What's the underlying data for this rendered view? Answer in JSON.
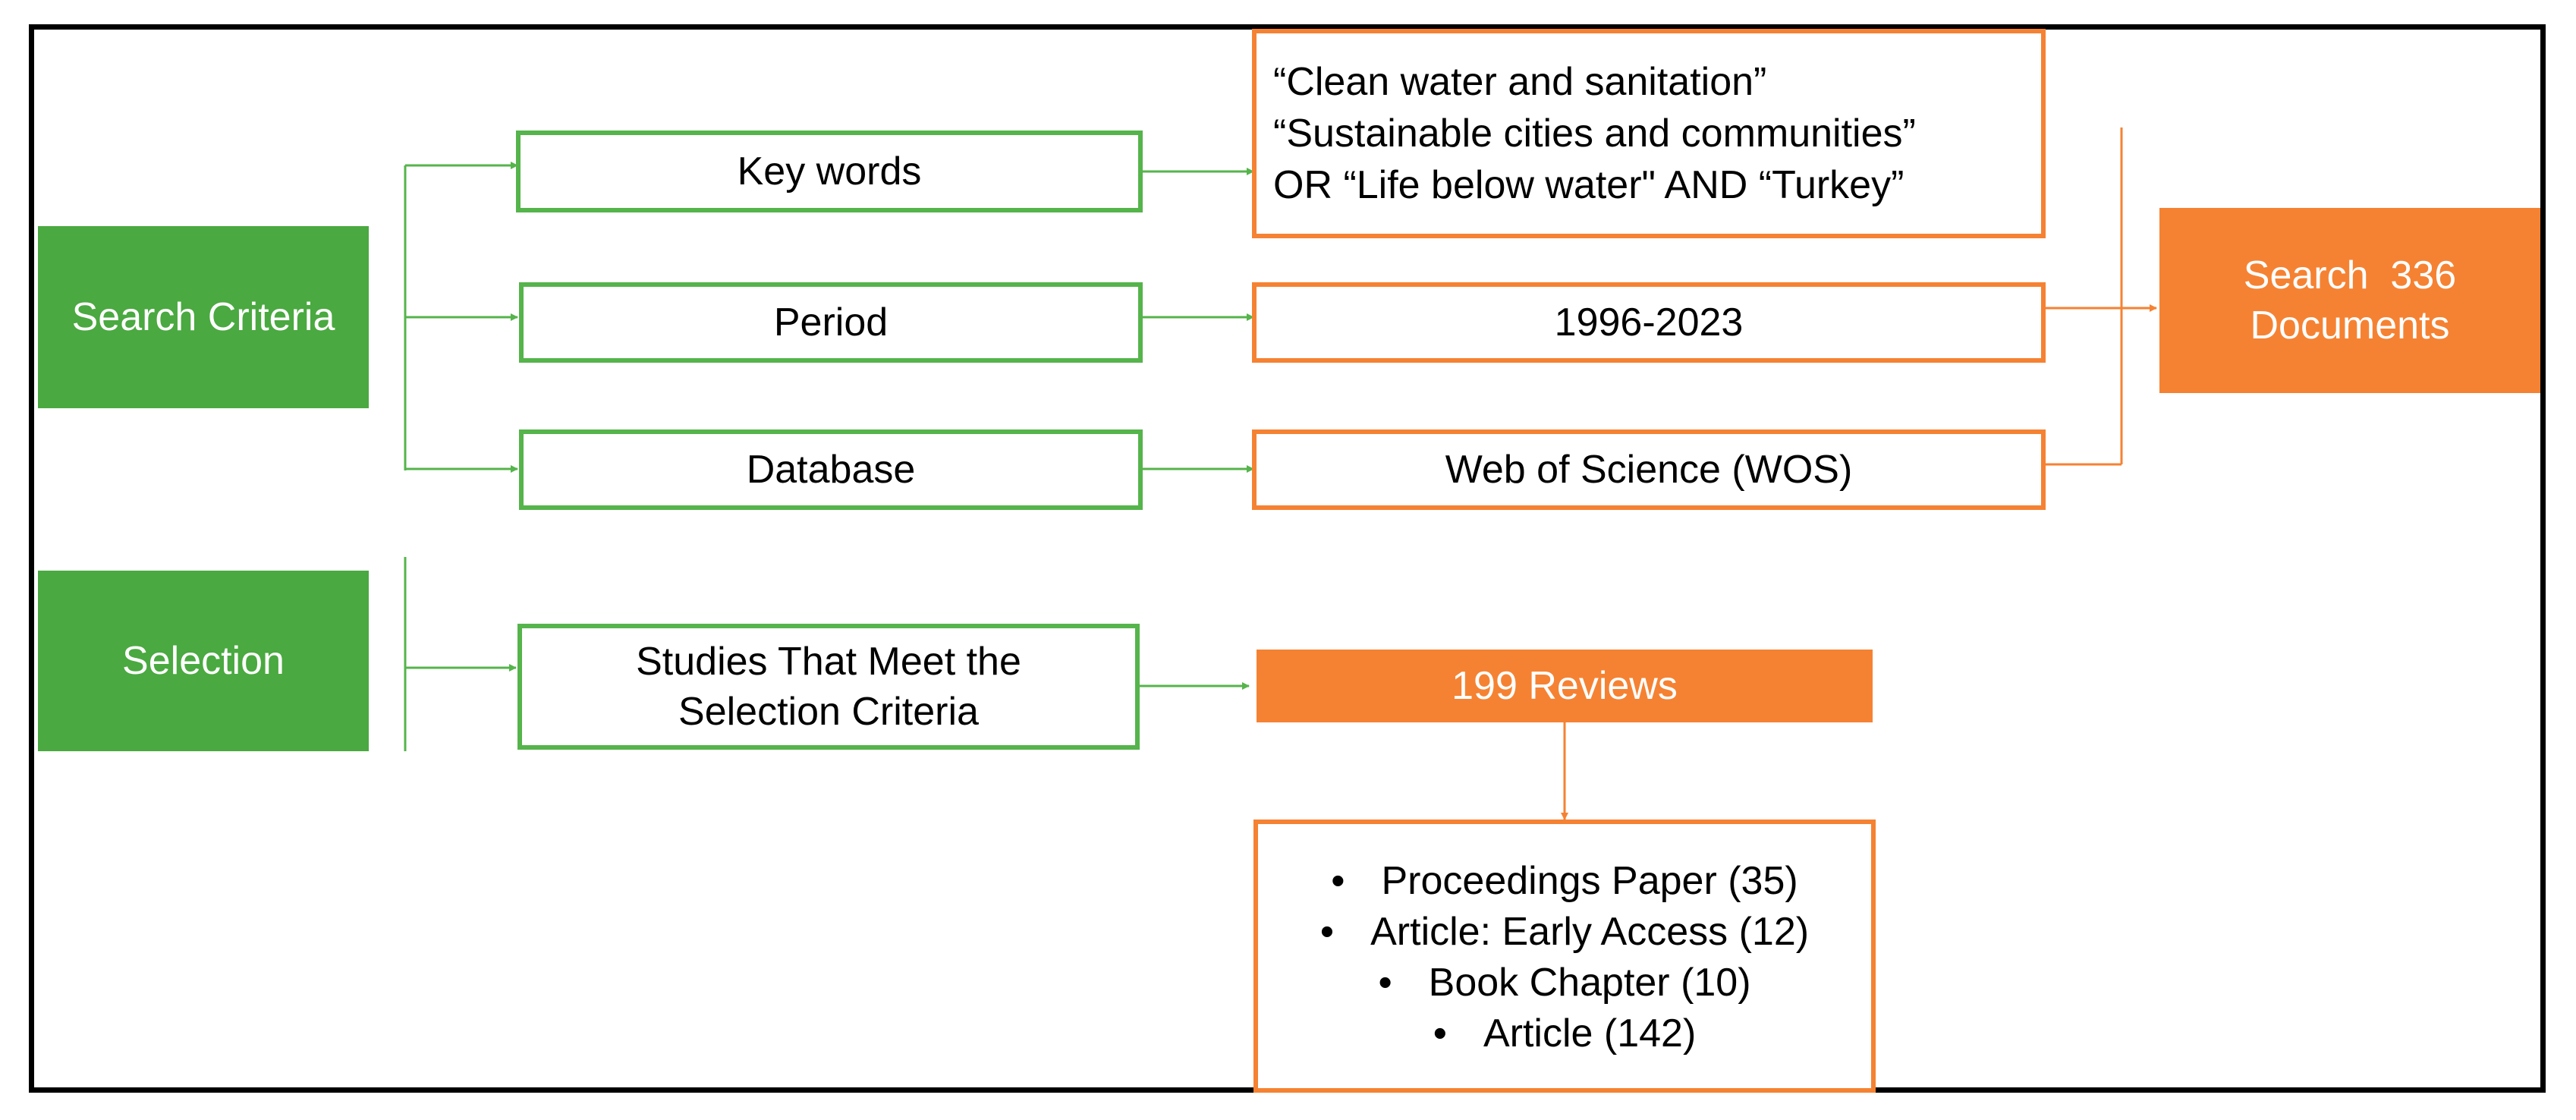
{
  "stages": {
    "search": {
      "label": "Search Criteria"
    },
    "selection": {
      "label": "Selection"
    }
  },
  "criteria": {
    "keywords": {
      "label": "Key words",
      "lines": [
        "“Clean water and sanitation”",
        "“Sustainable cities and communities”",
        "OR “Life below water\" AND “Turkey”"
      ]
    },
    "period": {
      "label": "Period",
      "value": "1996-2023"
    },
    "database": {
      "label": "Database",
      "value": "Web of Science (WOS)"
    }
  },
  "search_result": {
    "line1": "Search  336",
    "line2": "Documents"
  },
  "selection_step": {
    "label_line1": "Studies That Meet the",
    "label_line2": "Selection Criteria",
    "result": "199 Reviews"
  },
  "document_types": {
    "bullet": "•",
    "items": [
      "Proceedings Paper (35)",
      "Article: Early Access (12)",
      "Book Chapter (10)",
      "Article (142)"
    ]
  },
  "colors": {
    "green_fill": "#4aa940",
    "green_line": "#55b44b",
    "orange": "#f58232",
    "frame": "#000000"
  }
}
